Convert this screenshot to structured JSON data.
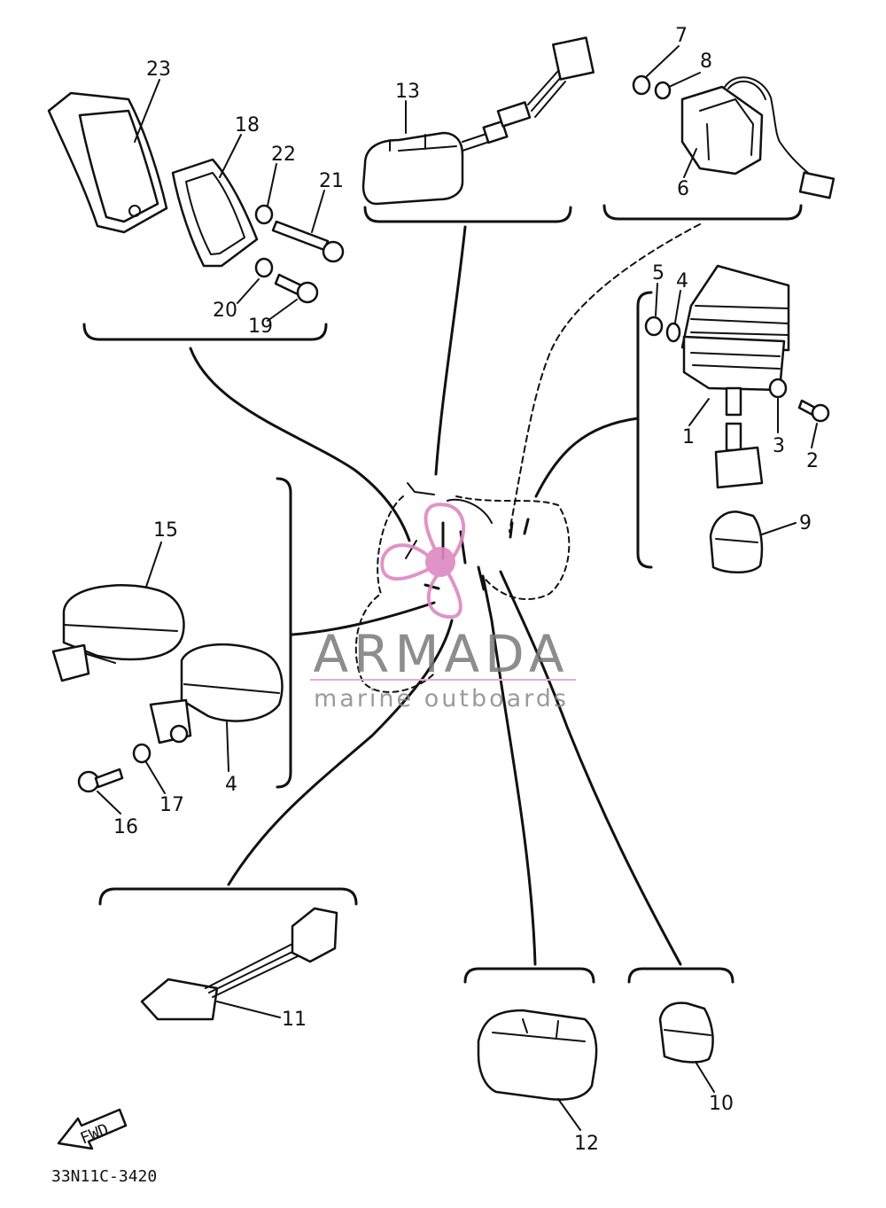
{
  "diagram": {
    "part_labels": {
      "p1": "1",
      "p2": "2",
      "p3": "3",
      "p4": "4",
      "p4b": "4",
      "p5": "5",
      "p6": "6",
      "p7": "7",
      "p8": "8",
      "p9": "9",
      "p10": "10",
      "p11": "11",
      "p12": "12",
      "p13": "13",
      "p15": "15",
      "p16": "16",
      "p17": "17",
      "p18": "18",
      "p19": "19",
      "p20": "20",
      "p21": "21",
      "p22": "22",
      "p23": "23"
    },
    "drawing_code": "33N11C-3420",
    "fwd_arrow": "FWD"
  },
  "watermark": {
    "brand": "ARMADA",
    "tagline": "marine outboards",
    "accent_color": "#e8a9cf",
    "logo_color": "#dd88c0"
  }
}
